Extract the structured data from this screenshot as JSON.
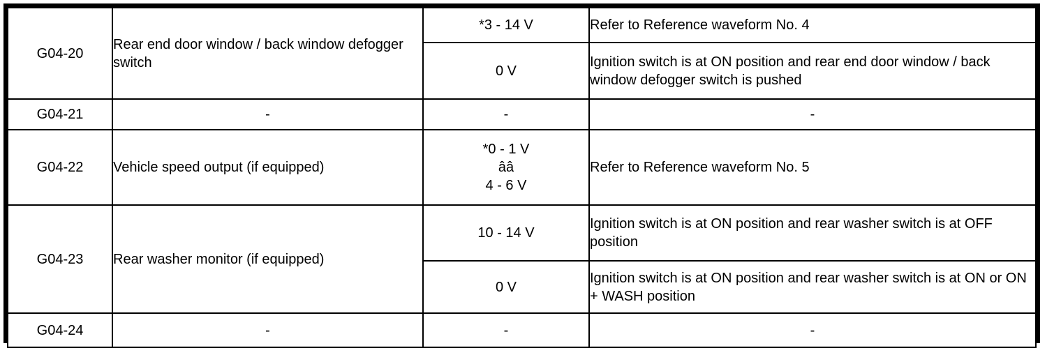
{
  "table": {
    "rows": [
      {
        "pin": "G04-20",
        "item": "Rear end door window / back window defogger switch",
        "measurements": [
          {
            "voltage": "*3 - 14 V",
            "condition": "Refer to Reference waveform No. 4"
          },
          {
            "voltage": "0 V",
            "condition": "Ignition switch is at ON position and rear end door window / back window defogger switch is pushed"
          }
        ]
      },
      {
        "pin": "G04-21",
        "item": "-",
        "measurements": [
          {
            "voltage": "-",
            "condition": "-"
          }
        ]
      },
      {
        "pin": "G04-22",
        "item": "Vehicle speed output (if equipped)",
        "measurements": [
          {
            "voltage_lines": [
              "*0 - 1 V",
              "ââ",
              "4 - 6 V"
            ],
            "condition": "Refer to Reference waveform No. 5"
          }
        ]
      },
      {
        "pin": "G04-23",
        "item": "Rear washer monitor (if equipped)",
        "measurements": [
          {
            "voltage": "10 - 14 V",
            "condition": "Ignition switch is at ON position and rear washer switch is at OFF position"
          },
          {
            "voltage": "0 V",
            "condition": "Ignition switch is at ON position and rear washer switch is at ON or ON + WASH position"
          }
        ]
      },
      {
        "pin": "G04-24",
        "item": "-",
        "measurements": [
          {
            "voltage": "-",
            "condition": "-"
          }
        ]
      }
    ]
  }
}
